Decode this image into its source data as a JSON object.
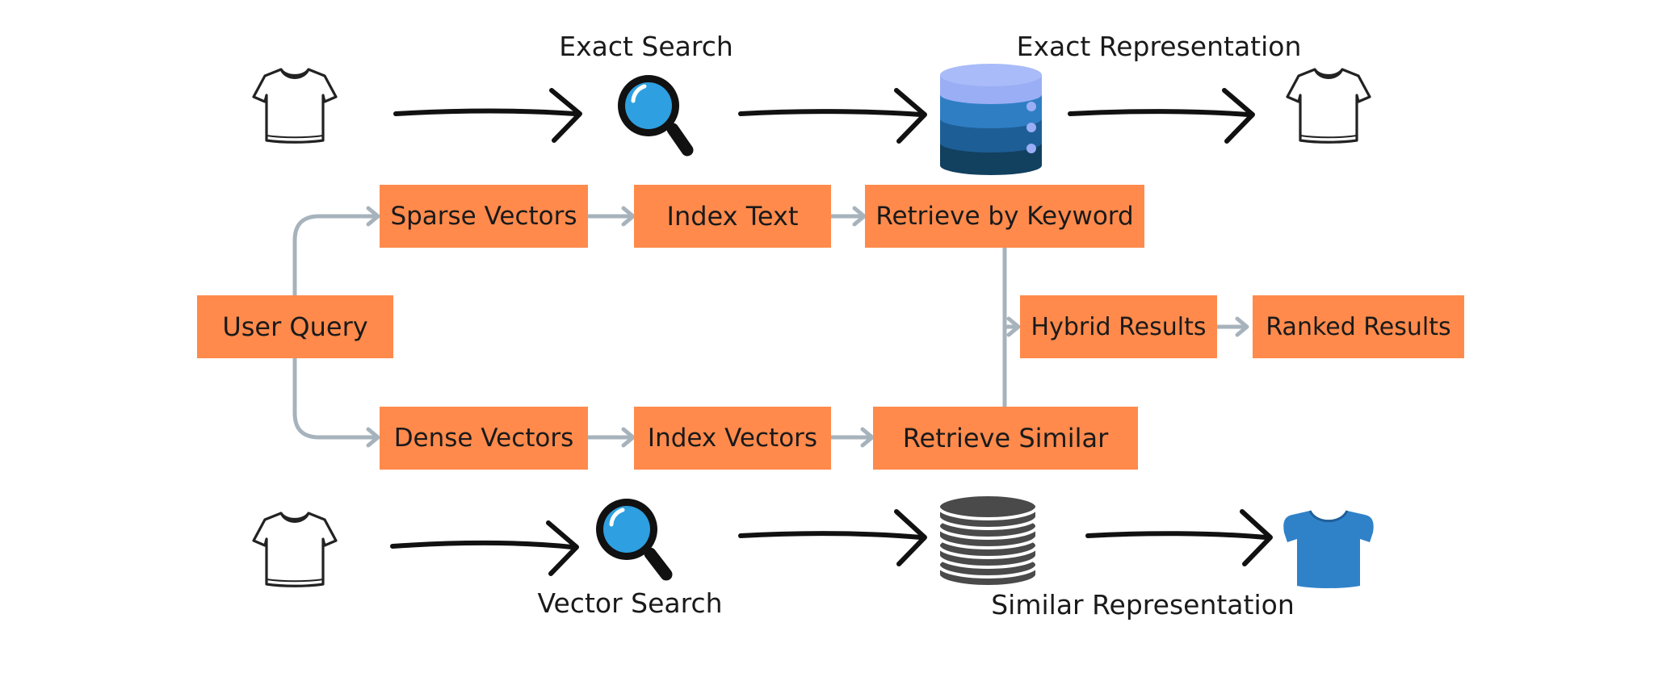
{
  "colors": {
    "node_fill": "#FF8A4C",
    "connector": "#A7B3BC",
    "ink": "#111111",
    "magnifier_lens": "#2E9FE0",
    "exact_db": [
      "#9AAEF5",
      "#2F7EC4",
      "#1E5E96",
      "#12405F"
    ],
    "vector_db": "#4A4A4A",
    "similar_shirt": "#2F82C8"
  },
  "nodes": {
    "user_query": "User Query",
    "sparse_vectors": "Sparse Vectors",
    "index_text": "Index Text",
    "retrieve_by_keyword": "Retrieve by Keyword",
    "dense_vectors": "Dense Vectors",
    "index_vectors": "Index Vectors",
    "retrieve_similar": "Retrieve Similar",
    "hybrid_results": "Hybrid Results",
    "ranked_results": "Ranked Results"
  },
  "captions": {
    "exact_search": "Exact Search",
    "exact_representation": "Exact Representation",
    "vector_search": "Vector Search",
    "similar_representation": "Similar Representation"
  },
  "icons": {
    "top_query_shirt": "tshirt-outline-icon",
    "top_magnifier": "magnifier-icon",
    "top_database": "database-icon",
    "top_result_shirt": "tshirt-outline-icon",
    "bottom_query_shirt": "tshirt-outline-icon",
    "bottom_magnifier": "magnifier-icon",
    "bottom_database": "database-stack-icon",
    "bottom_result_shirt": "tshirt-filled-icon"
  }
}
